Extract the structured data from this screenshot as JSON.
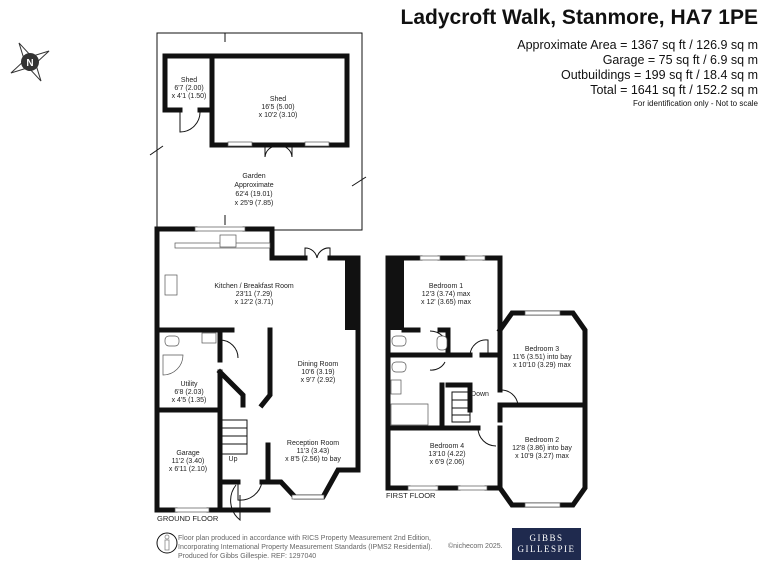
{
  "header": {
    "title": "Ladycroft Walk, Stanmore, HA7 1PE",
    "areas": [
      "Approximate Area = 1367 sq ft / 126.9 sq m",
      "Garage = 75 sq ft / 6.9 sq m",
      "Outbuildings = 199 sq ft / 18.4 sq m",
      "Total = 1641 sq ft / 152.2 sq m"
    ],
    "note": "For identification only - Not to scale"
  },
  "compass": {
    "label": "N"
  },
  "ground_floor": {
    "label": "GROUND FLOOR",
    "rooms": {
      "shed_small": [
        "Shed",
        "6'7 (2.00)",
        "x 4'1 (1.50)"
      ],
      "shed_large": [
        "Shed",
        "16'5 (5.00)",
        "x 10'2 (3.10)"
      ],
      "garden": [
        "Garden",
        "Approximate",
        "62'4 (19.01)",
        "x 25'9 (7.85)"
      ],
      "kitchen": [
        "Kitchen / Breakfast Room",
        "23'11 (7.29)",
        "x 12'2 (3.71)"
      ],
      "dining": [
        "Dining Room",
        "10'6 (3.19)",
        "x 9'7 (2.92)"
      ],
      "utility": [
        "Utility",
        "6'8 (2.03)",
        "x 4'5 (1.35)"
      ],
      "garage": [
        "Garage",
        "11'2 (3.40)",
        "x 6'11 (2.10)"
      ],
      "reception": [
        "Reception Room",
        "11'3 (3.43)",
        "x 8'5 (2.56) to bay"
      ]
    },
    "stairs_label": "Up"
  },
  "first_floor": {
    "label": "FIRST FLOOR",
    "rooms": {
      "bedroom1": [
        "Bedroom 1",
        "12'3 (3.74) max",
        "x 12' (3.65) max"
      ],
      "bedroom3": [
        "Bedroom 3",
        "11'6 (3.51) into bay",
        "x 10'10 (3.29) max"
      ],
      "bedroom4": [
        "Bedroom 4",
        "13'10 (4.22)",
        "x 6'9 (2.06)"
      ],
      "bedroom2": [
        "Bedroom 2",
        "12'8 (3.86) into bay",
        "x 10'9 (3.27) max"
      ]
    },
    "stairs_label": "Down"
  },
  "footer": {
    "lines": [
      "Floor plan produced in accordance with RICS Property Measurement 2nd Edition,",
      "Incorporating International Property Measurement Standards (IPMS2 Residential).",
      "Produced for Gibbs Gillespie.   REF: 1297040"
    ],
    "copyright": "©nichecom 2025.",
    "logo": [
      "GIBBS",
      "GILLESPIE"
    ]
  }
}
